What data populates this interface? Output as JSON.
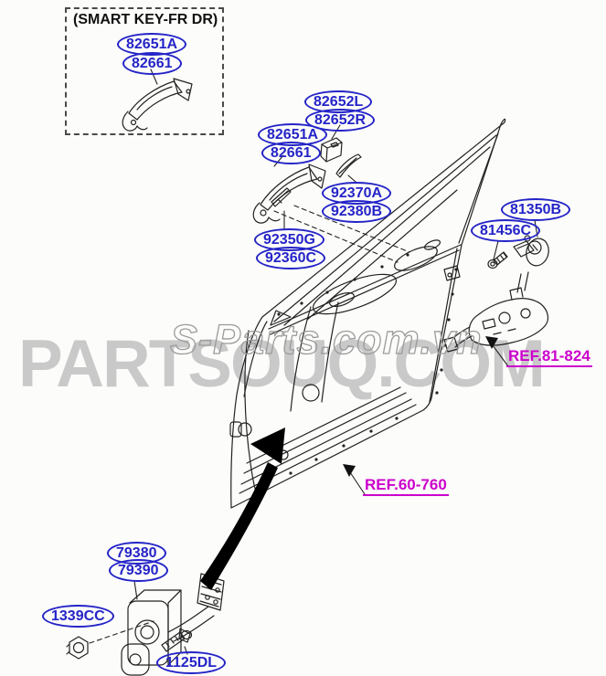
{
  "inset": {
    "title": "(SMART KEY-FR DR)",
    "labels": [
      "82651A",
      "82661"
    ]
  },
  "labels": {
    "handle_bracket": [
      "82652L",
      "82652R"
    ],
    "handle": [
      "82651A",
      "82661"
    ],
    "cover": [
      "92370A",
      "92380B"
    ],
    "pad": [
      "92350G",
      "92360C"
    ],
    "lock_cylinder": "81350B",
    "lock_screw": "81456C",
    "door_checker": [
      "79380",
      "79390"
    ],
    "nut": "1339CC",
    "bolt": "1125DL"
  },
  "refs": {
    "latch": "REF.81-824",
    "door_panel": "REF.60-760"
  },
  "watermarks": {
    "primary": "PARTSOUQ.COM",
    "secondary": "S-Parts.com.vn"
  },
  "colors": {
    "label_blue": "#2424c8",
    "ref_magenta": "#cc00cc",
    "line": "#1c1c1c",
    "watermark_gray": "#c7c7c7"
  }
}
